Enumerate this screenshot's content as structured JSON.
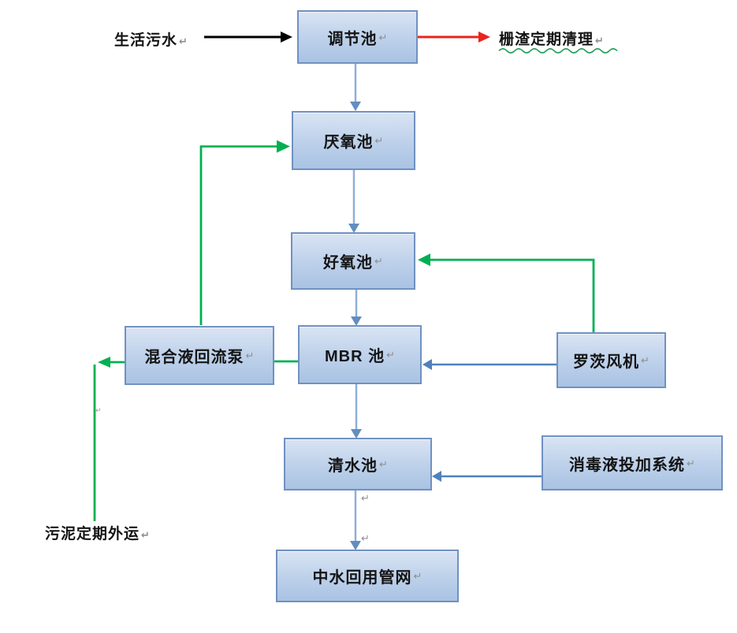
{
  "nodes": {
    "regulating": {
      "label": "调节池"
    },
    "anaerobic": {
      "label": "厌氧池"
    },
    "aerobic": {
      "label": "好氧池"
    },
    "mbr": {
      "label": "MBR 池"
    },
    "return_pump": {
      "label": "混合液回流泵"
    },
    "roots_blower": {
      "label": "罗茨风机"
    },
    "clean_water": {
      "label": "清水池"
    },
    "dosing": {
      "label": "消毒液投加系统"
    },
    "reuse_network": {
      "label": "中水回用管网"
    }
  },
  "labels": {
    "domestic_sewage": "生活污水",
    "screenings_cleaning": "栅渣定期清理",
    "sludge_removal": "污泥定期外运"
  },
  "marks": {
    "pilcrow": "↵"
  },
  "colors": {
    "box_border": "#7091c1",
    "box_fill_top": "#d9e4f3",
    "box_fill_bottom": "#a9c3e3",
    "flow_line": "#8fafd8",
    "flow_head": "#628ec0",
    "dark_blue": "#4f81bd",
    "green": "#00b050",
    "red": "#e8251d",
    "black": "#000000",
    "squiggle": "#25a05a",
    "pilcrow_gray": "#8f8f8f"
  }
}
